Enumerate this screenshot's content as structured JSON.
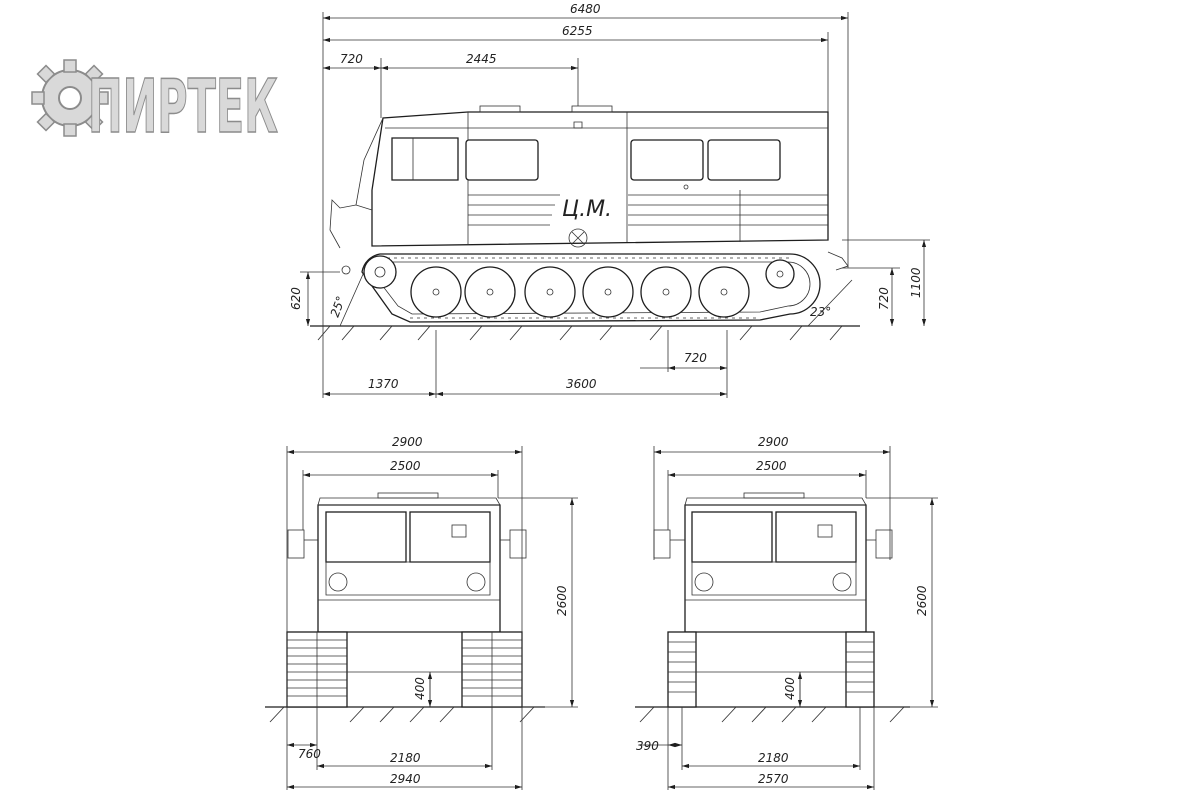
{
  "logo": {
    "text": "ПИРТЕК",
    "icon": "gear-icon"
  },
  "vehicle_marking": "Ц.М.",
  "side_view": {
    "overall_length": "6480",
    "hull_length": "6255",
    "front_overhang": "720",
    "cab_length": "2445",
    "approach_height": "620",
    "approach_angle": "25°",
    "departure_angle": "23°",
    "rear_height": "720",
    "rear_body_height": "1100",
    "front_to_track": "1370",
    "track_contact_length": "3600",
    "sprocket_spacing": "720"
  },
  "front_view": {
    "overall_width": "2900",
    "body_width": "2500",
    "height": "2600",
    "ground_clearance": "400",
    "track_width": "760",
    "track_gauge": "2180",
    "track_outer_width": "2940"
  },
  "rear_view": {
    "overall_width": "2900",
    "body_width": "2500",
    "height": "2600",
    "ground_clearance": "400",
    "track_width": "390",
    "track_gauge": "2180",
    "track_outer_width": "2570"
  }
}
